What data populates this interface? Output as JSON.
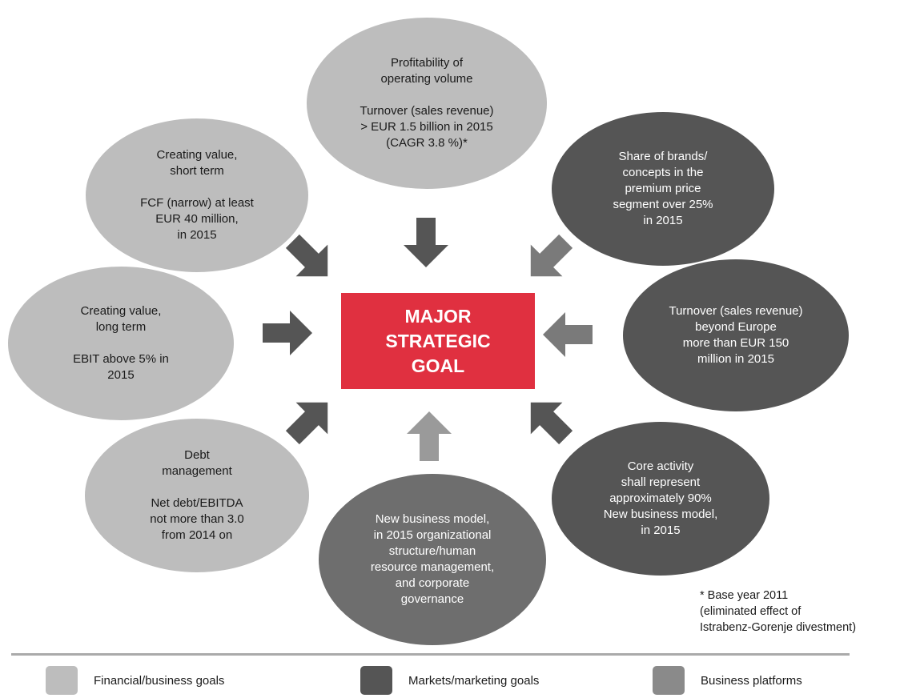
{
  "diagram": {
    "center_goal": [
      "MAJOR",
      "STRATEGIC",
      "GOAL"
    ],
    "goals": [
      {
        "id": "profitability",
        "category": "financial",
        "heading": [
          "Profitability of",
          "operating volume"
        ],
        "detail": [
          "Turnover (sales revenue)",
          "> EUR 1.5 billion in 2015",
          "(CAGR 3.8 %)*"
        ]
      },
      {
        "id": "value-short-term",
        "category": "financial",
        "heading": [
          "Creating value,",
          "short term"
        ],
        "detail": [
          "FCF (narrow) at least",
          "EUR 40 million,",
          "in 2015"
        ]
      },
      {
        "id": "value-long-term",
        "category": "financial",
        "heading": [
          "Creating value,",
          "long term"
        ],
        "detail": [
          "EBIT above 5% in",
          "2015"
        ]
      },
      {
        "id": "debt-management",
        "category": "financial",
        "heading": [
          "Debt",
          "management"
        ],
        "detail": [
          "Net debt/EBITDA",
          "not more than 3.0",
          "from 2014 on"
        ]
      },
      {
        "id": "business-model",
        "category": "platform",
        "heading": [],
        "detail": [
          "New business model,",
          "in 2015 organizational",
          "structure/human",
          "resource management,",
          "and corporate",
          "governance"
        ]
      },
      {
        "id": "core-activity",
        "category": "marketing",
        "heading": [],
        "detail": [
          "Core activity",
          "shall represent",
          "approximately 90%",
          "New business model,",
          "in 2015"
        ]
      },
      {
        "id": "turnover-beyond-europe",
        "category": "marketing",
        "heading": [],
        "detail": [
          "Turnover (sales revenue)",
          "beyond Europe",
          "more than EUR 150",
          "million in 2015"
        ]
      },
      {
        "id": "premium-brands",
        "category": "marketing",
        "heading": [],
        "detail": [
          "Share of brands/",
          "concepts in the",
          "premium price",
          "segment over 25%",
          "in 2015"
        ]
      }
    ],
    "footnote": [
      "* Base year 2011",
      "(eliminated effect of",
      "Istrabenz-Gorenje divestment)"
    ]
  },
  "legend": [
    {
      "label": "Financial/business goals",
      "color": "#bdbdbd"
    },
    {
      "label": "Markets/marketing goals",
      "color": "#555555"
    },
    {
      "label": "Business platforms",
      "color": "#8a8a8a"
    }
  ],
  "colors": {
    "center": "#e03040",
    "financial": "#bdbdbd",
    "marketing": "#555555",
    "platform": "#6e6e6e",
    "arrow_dark": "#555555",
    "arrow_medium": "#7a7a7a",
    "arrow_light": "#9a9a9a"
  }
}
